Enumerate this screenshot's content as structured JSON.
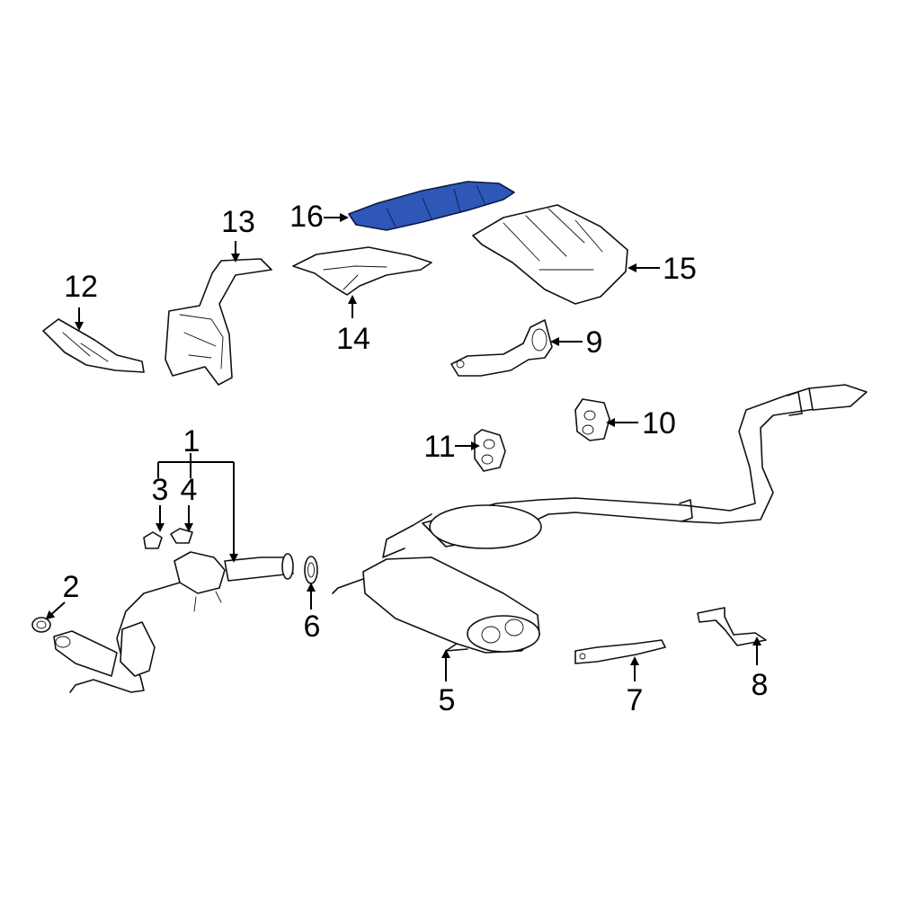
{
  "diagram": {
    "highlight_color": "#2f57b8",
    "callouts": {
      "c1": "1",
      "c2": "2",
      "c3": "3",
      "c4": "4",
      "c5": "5",
      "c6": "6",
      "c7": "7",
      "c8": "8",
      "c9": "9",
      "c10": "10",
      "c11": "11",
      "c12": "12",
      "c13": "13",
      "c14": "14",
      "c15": "15",
      "c16": "16"
    }
  }
}
